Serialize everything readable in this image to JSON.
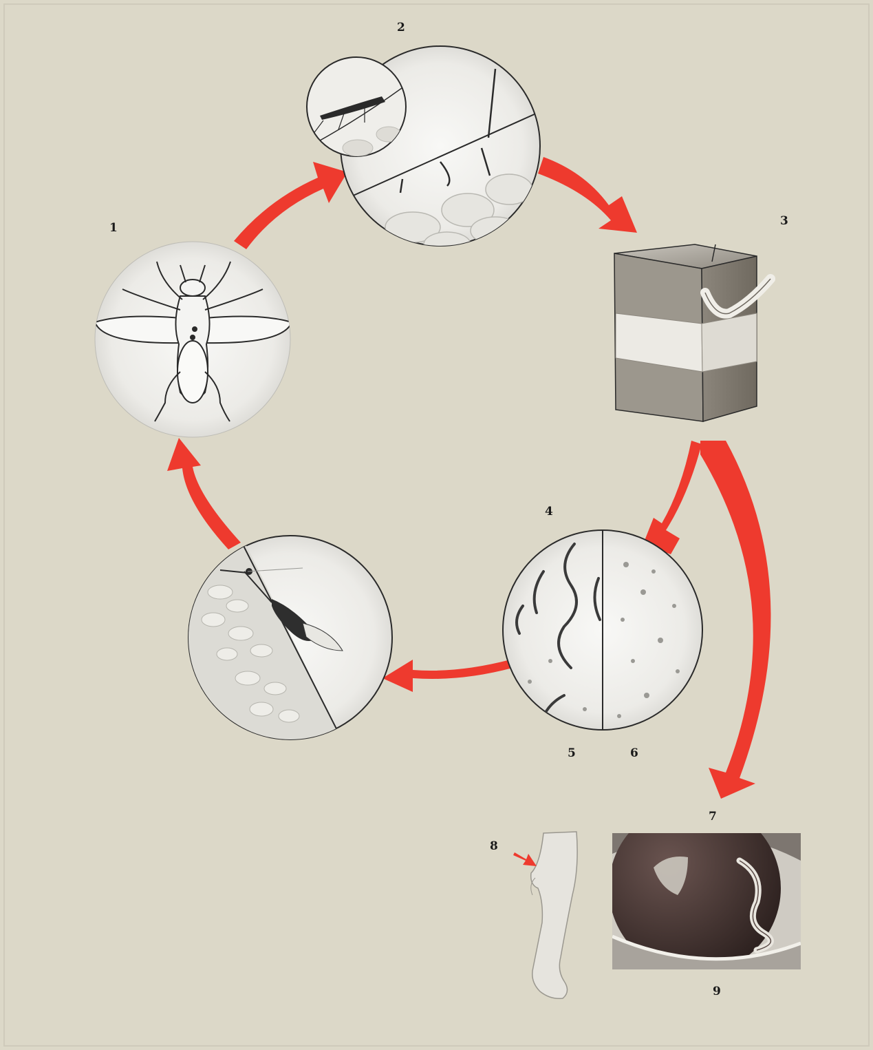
{
  "labels": {
    "step1": "1",
    "step2": "2",
    "step3": "3",
    "step4": "4",
    "step5": "5",
    "step6": "6",
    "step7": "7",
    "step8": "8",
    "step9": "9"
  },
  "colors": {
    "paper": "#dcd8c8",
    "arrow": "#ee3a2e",
    "ink": "#2a2a2a",
    "lens_fill": "#f2f2f0",
    "skin_top": "#a9a49a",
    "fat": "#e8e6e0",
    "eye": "#4a3532"
  },
  "icons": {
    "step1": "fly-icon",
    "step2": "biting-fly-on-skin-icon",
    "step3": "skin-section-with-worm-icon",
    "step4": "microfilariae-in-blood-icon",
    "stage_left": "fly-ingesting-microfilariae-icon",
    "step8": "swollen-arm-icon",
    "step9": "worm-in-eye-icon"
  }
}
